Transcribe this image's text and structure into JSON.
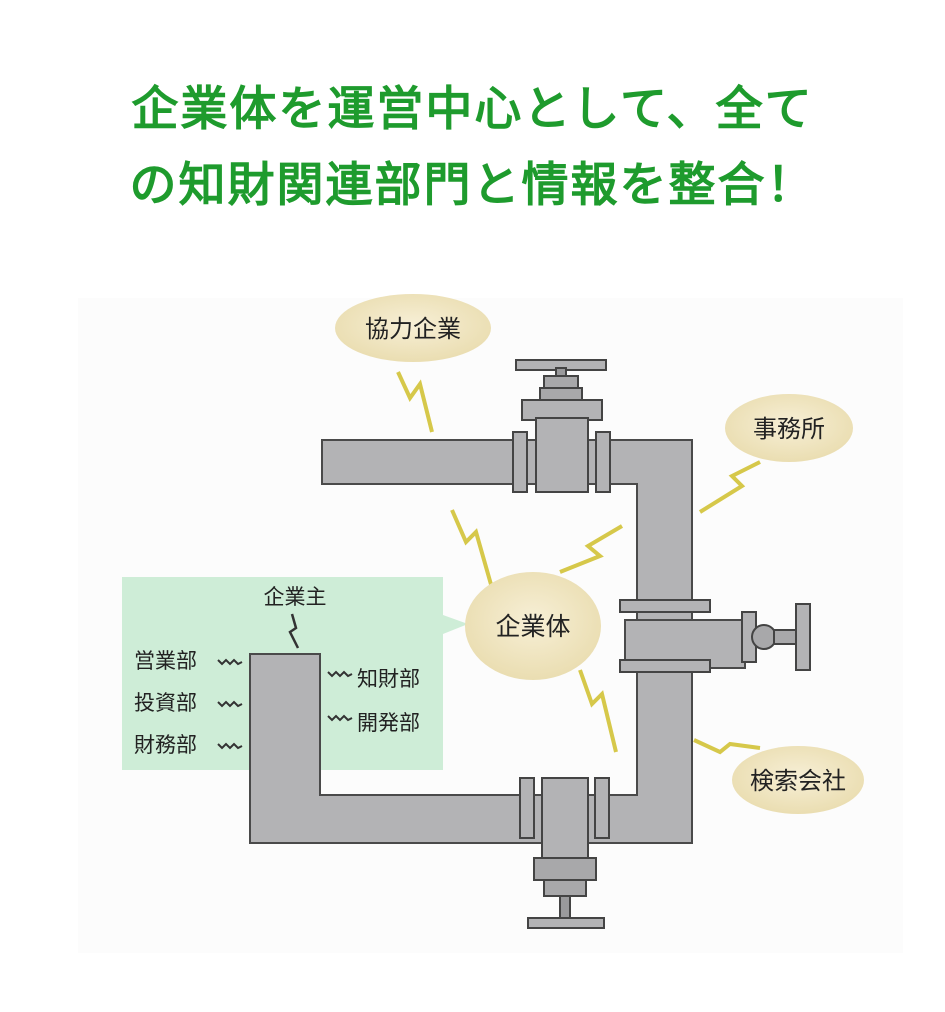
{
  "headline": {
    "line1": "企業体を運営中心として、全て",
    "line2": "の知財関連部門と情報を整合！"
  },
  "diagram": {
    "center_node": "企業体",
    "outer_nodes": {
      "partner": "協力企業",
      "office": "事務所",
      "search": "検索会社"
    },
    "inset": {
      "owner": "企業主",
      "left_departments": [
        "営業部",
        "投資部",
        "財務部"
      ],
      "right_departments": [
        "知財部",
        "開発部"
      ]
    }
  },
  "colors": {
    "headline": "#1e9b2d",
    "inset_panel": "#c9ebd3",
    "pipe": "#b3b3b5",
    "bubble": "#f1e6c4",
    "lightning": "#d6c84a"
  }
}
